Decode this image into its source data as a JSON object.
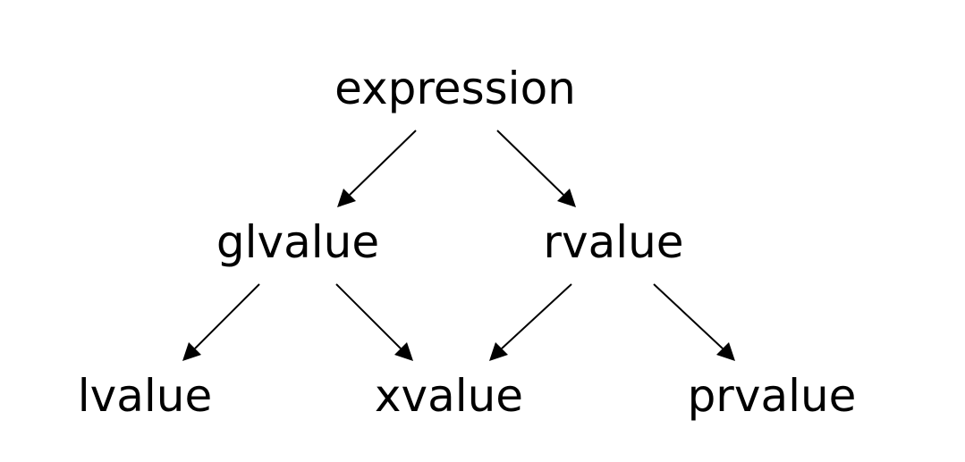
{
  "diagram": {
    "nodes": [
      {
        "id": "expression",
        "label": "expression"
      },
      {
        "id": "glvalue",
        "label": "glvalue"
      },
      {
        "id": "rvalue",
        "label": "rvalue"
      },
      {
        "id": "lvalue",
        "label": "lvalue"
      },
      {
        "id": "xvalue",
        "label": "xvalue"
      },
      {
        "id": "prvalue",
        "label": "prvalue"
      }
    ],
    "edges": [
      {
        "from": "expression",
        "to": "glvalue"
      },
      {
        "from": "expression",
        "to": "rvalue"
      },
      {
        "from": "glvalue",
        "to": "lvalue"
      },
      {
        "from": "glvalue",
        "to": "xvalue"
      },
      {
        "from": "rvalue",
        "to": "xvalue"
      },
      {
        "from": "rvalue",
        "to": "prvalue"
      }
    ],
    "colors": {
      "background": "#ffffff",
      "ink": "#000000"
    }
  }
}
